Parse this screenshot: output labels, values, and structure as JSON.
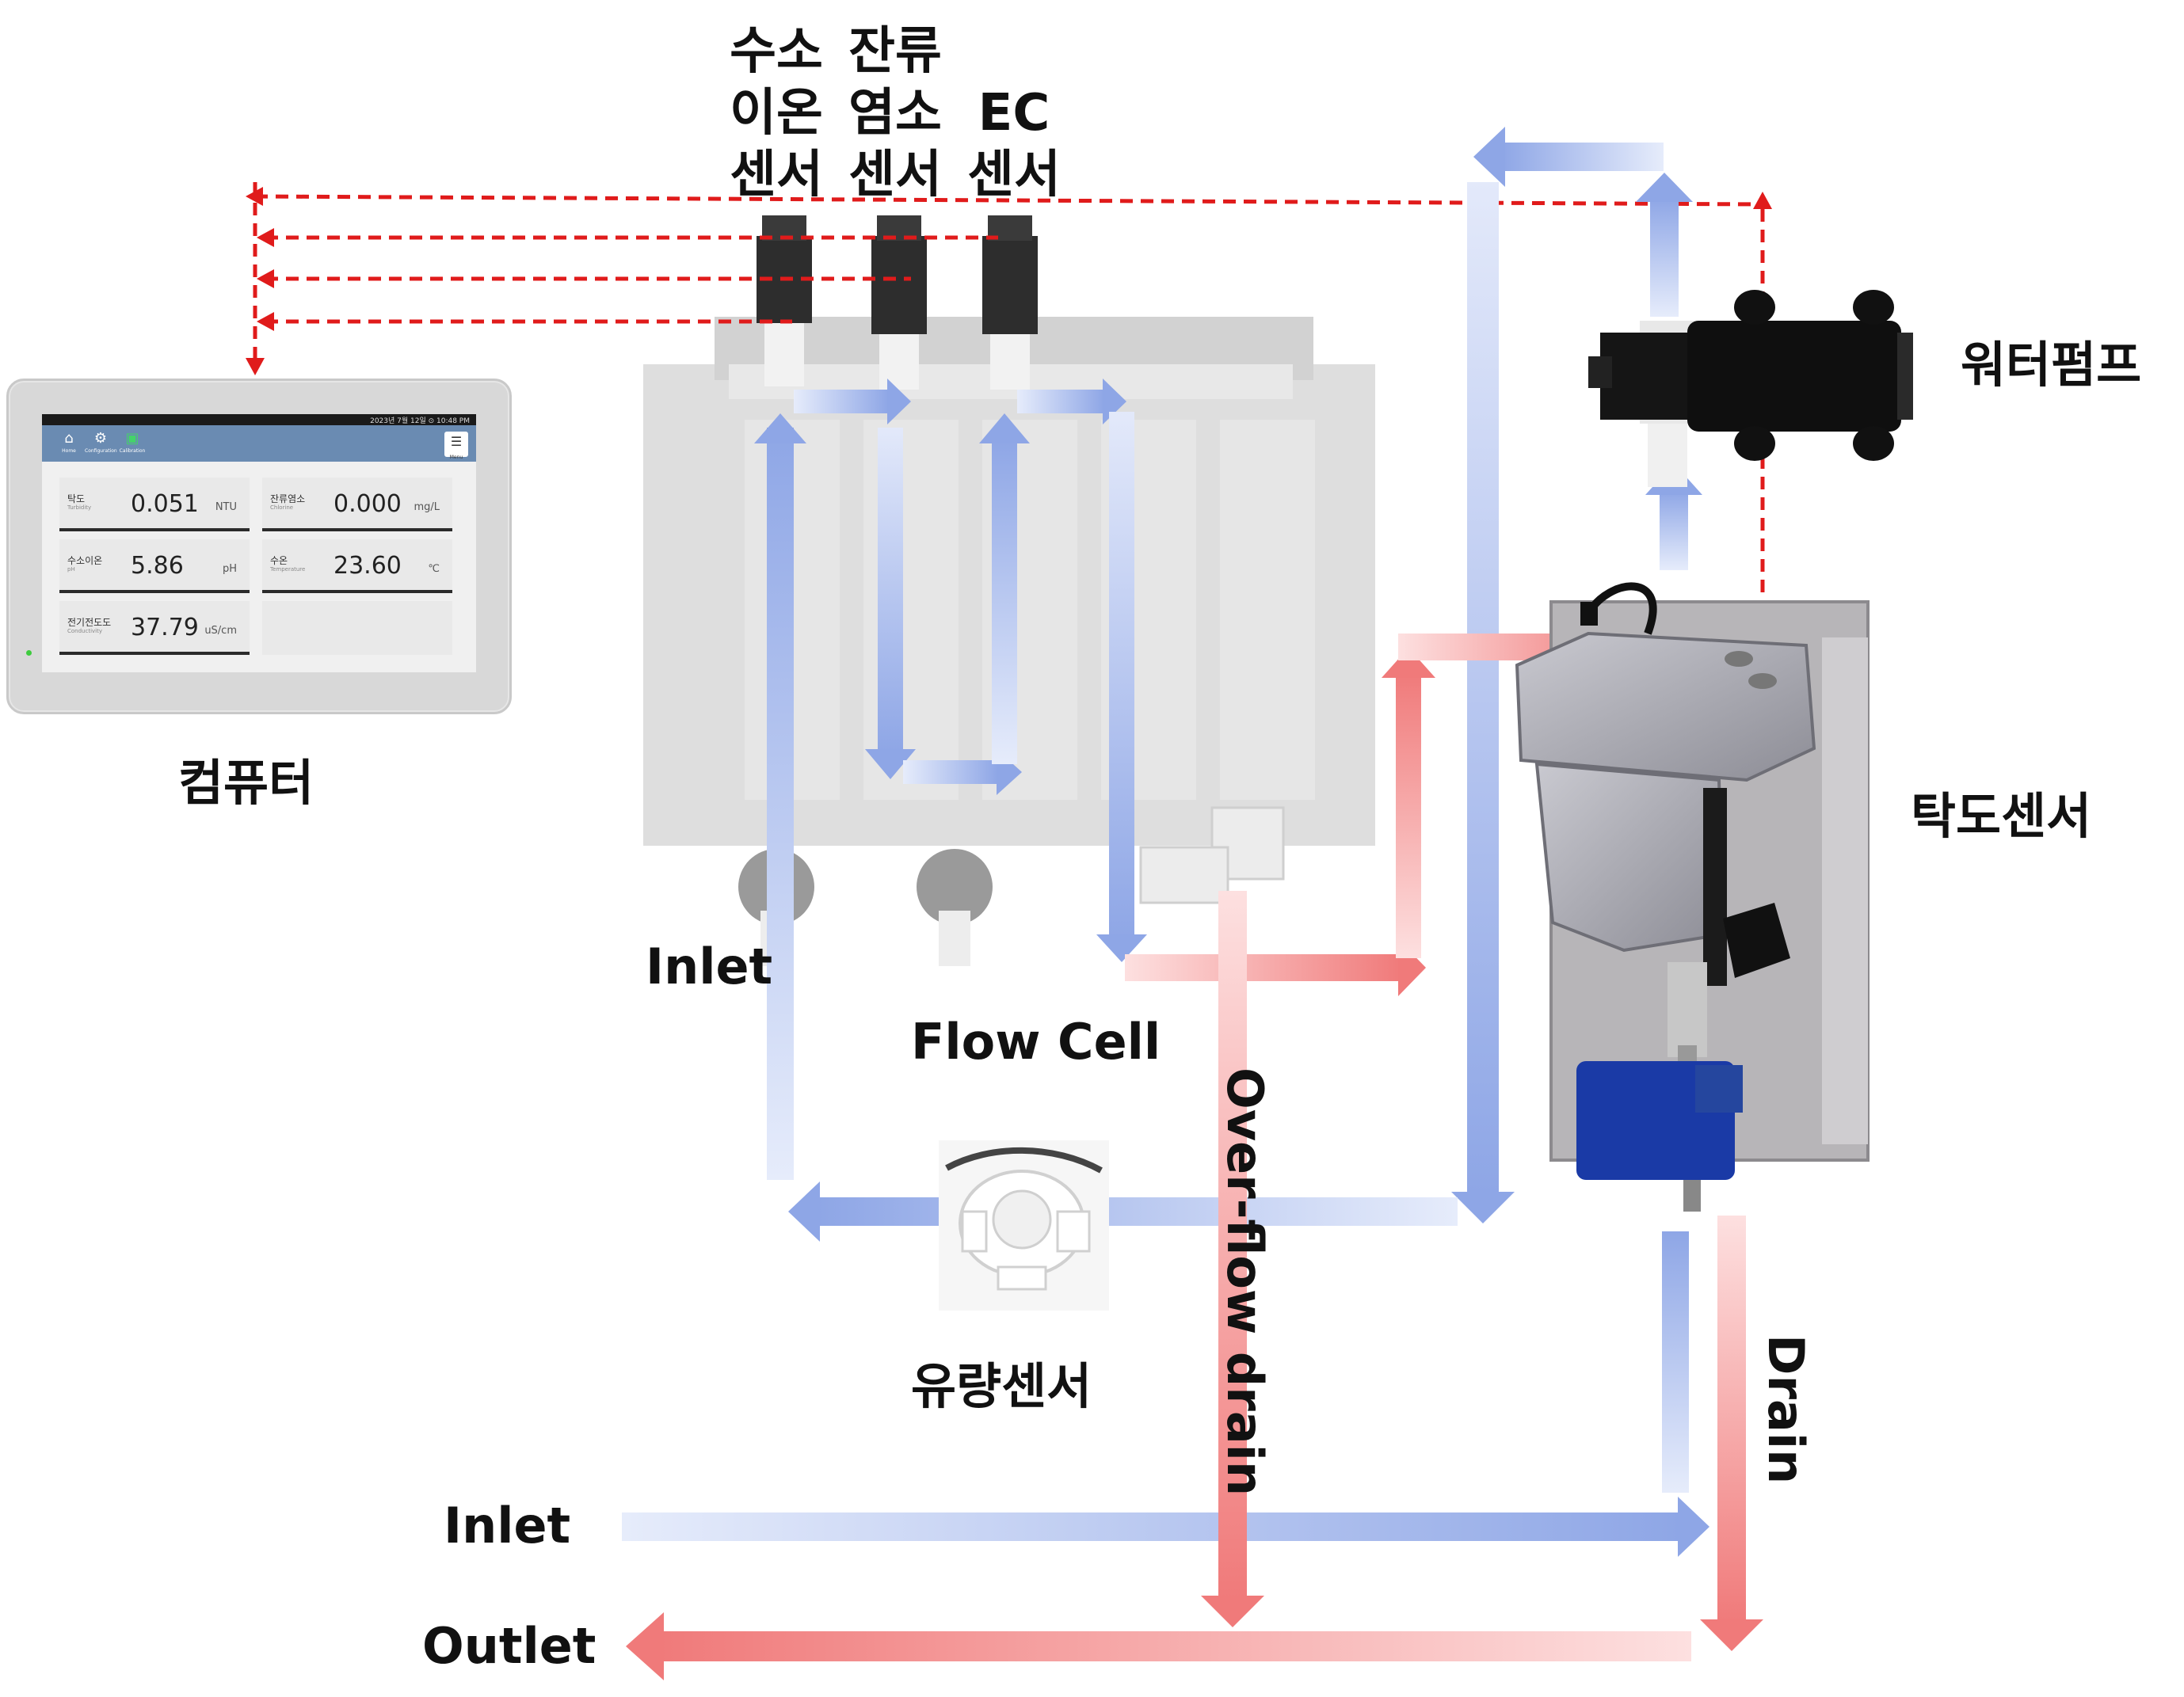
{
  "labels": {
    "sensor_columns": [
      [
        "수소",
        "이온",
        "센서"
      ],
      [
        "잔류",
        "염소",
        "센서"
      ],
      [
        "",
        "EC",
        "센서"
      ]
    ],
    "computer": "컴퓨터",
    "water_pump": "워터펌프",
    "turbidity_sensor": "탁도센서",
    "flow_cell": "Flow Cell",
    "inlet_upper": "Inlet",
    "flow_sensor": "유량센서",
    "overflow_drain": "Over-flow drain",
    "drain": "Drain",
    "inlet_lower": "Inlet",
    "outlet": "Outlet"
  },
  "tablet": {
    "status": "2023년 7월 12일  ⊙ 10:48 PM",
    "nav": [
      {
        "icon": "home-icon",
        "label": "Home"
      },
      {
        "icon": "gear-icon",
        "label": "Configuration"
      },
      {
        "icon": "calibration-icon",
        "label": "Calibration"
      }
    ],
    "menu_label": "Menu",
    "readings": [
      {
        "name": "탁도",
        "sub": "Turbidity",
        "value": "0.051",
        "unit": "NTU"
      },
      {
        "name": "잔류염소",
        "sub": "Chlorine",
        "value": "0.000",
        "unit": "mg/L"
      },
      {
        "name": "수소이온",
        "sub": "pH",
        "value": "5.86",
        "unit": "pH"
      },
      {
        "name": "수온",
        "sub": "Temperature",
        "value": "23.60",
        "unit": "℃"
      },
      {
        "name": "전기전도도",
        "sub": "Conductivity",
        "value": "37.79",
        "unit": "uS/cm"
      }
    ]
  },
  "colors": {
    "blue_flow": "#8ea6e6",
    "red_flow": "#f07a7a",
    "signal_line": "#e01b1b",
    "flow_cell_body": "#dcdcdc",
    "pump_body": "#111111",
    "turbidity_body": "#a7a7b0",
    "motor_blue": "#1a3aa6"
  }
}
